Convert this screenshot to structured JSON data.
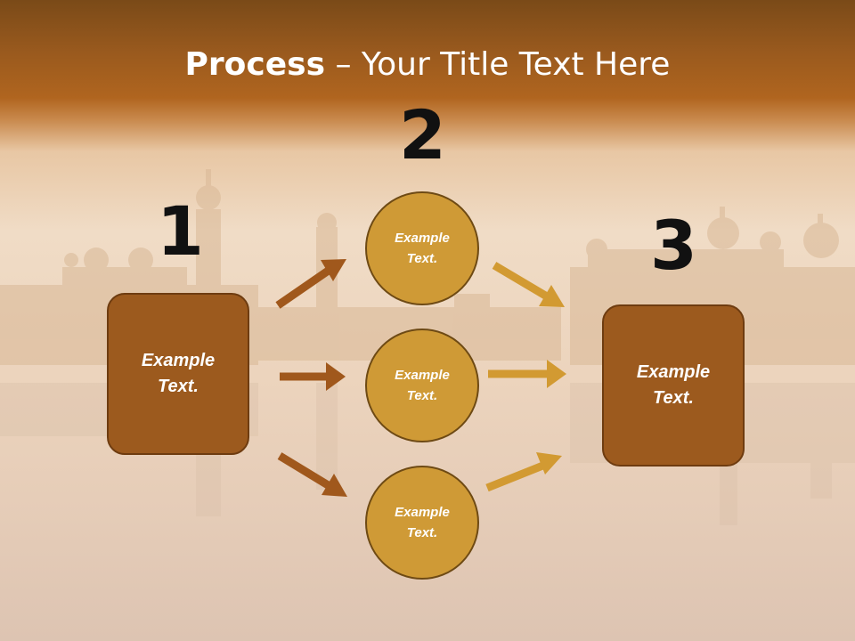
{
  "title": {
    "bold": "Process",
    "rest": " – Your Title Text Here"
  },
  "steps": {
    "one": {
      "number": "1",
      "text": "Example\nText."
    },
    "two": {
      "number": "2"
    },
    "three": {
      "number": "3",
      "text": "Example\nText."
    }
  },
  "circles": [
    {
      "text": "Example\nText."
    },
    {
      "text": "Example\nText."
    },
    {
      "text": "Example\nText."
    }
  ],
  "colors": {
    "box": "#9c5a1e",
    "circle": "#cf9a36",
    "arrow_left": "#a0581c",
    "arrow_right": "#d29a32",
    "title_bar": "#b0651f"
  }
}
